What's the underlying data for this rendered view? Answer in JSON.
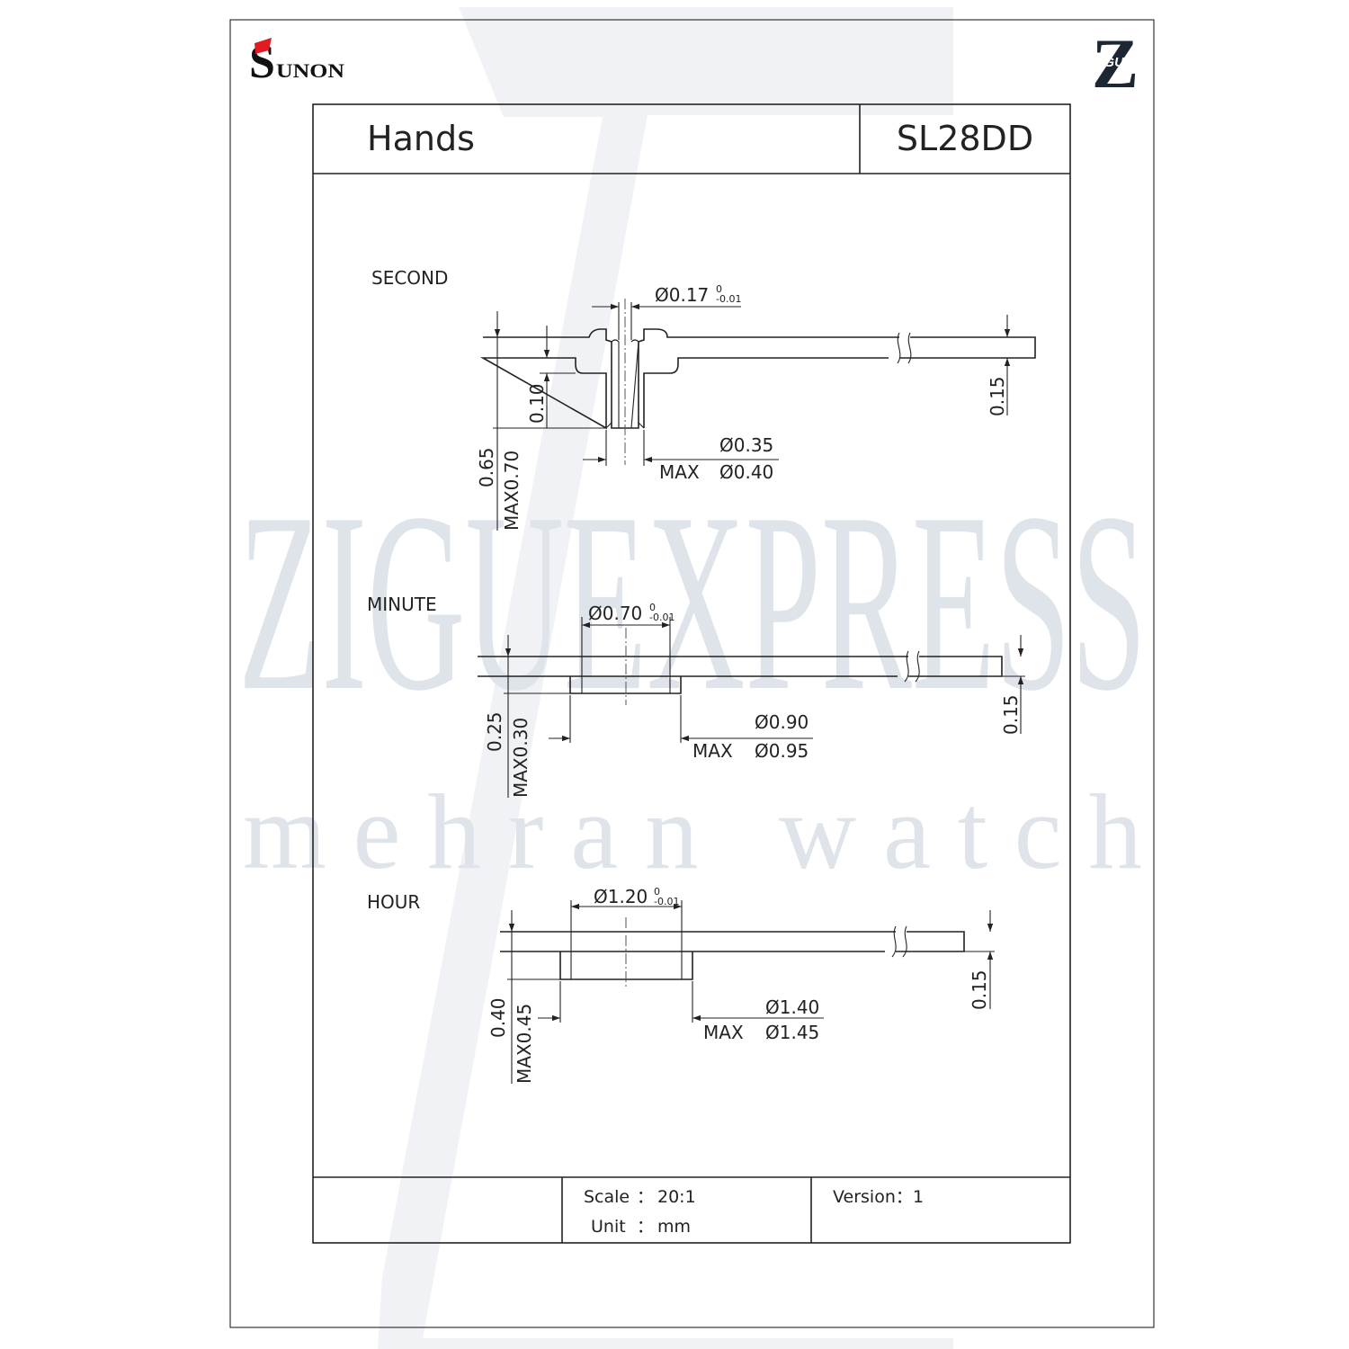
{
  "brand": {
    "left_logo_initial": "S",
    "left_logo_rest": "UNON",
    "right_logo_letter": "Z",
    "right_logo_text": "ZIGU",
    "accent_color": "#e11b22"
  },
  "watermark": {
    "main": "ZIGUEXPRESS",
    "sub": "m e h r a n   w a t c h",
    "color": "#dfe3ea"
  },
  "title_block": {
    "title": "Hands",
    "code": "SL28DD",
    "scale_label": "Scale",
    "scale_sep": "：",
    "scale_value": "20:1",
    "unit_label": "Unit",
    "unit_sep": "：",
    "unit_value": "mm",
    "version_label": "Version：",
    "version_value": "1"
  },
  "second": {
    "label": "SECOND",
    "hole_dia": "Ø0.17",
    "hole_tol_upper": "0",
    "hole_tol_lower": "-0.01",
    "tube_height": "0.10",
    "blade_thickness": "0.15",
    "total_height": "0.65",
    "total_height_max": "MAX0.70",
    "tube_dia": "Ø0.35",
    "tube_dia_max_label": "MAX",
    "tube_dia_max": "Ø0.40"
  },
  "minute": {
    "label": "MINUTE",
    "hole_dia": "Ø0.70",
    "hole_tol_upper": "0",
    "hole_tol_lower": "-0.01",
    "height": "0.25",
    "height_max": "MAX0.30",
    "blade_thickness": "0.15",
    "outer_dia": "Ø0.90",
    "outer_dia_max_label": "MAX",
    "outer_dia_max": "Ø0.95"
  },
  "hour": {
    "label": "HOUR",
    "hole_dia": "Ø1.20",
    "hole_tol_upper": "0",
    "hole_tol_lower": "-0.01",
    "height": "0.40",
    "height_max": "MAX0.45",
    "blade_thickness": "0.15",
    "outer_dia": "Ø1.40",
    "outer_dia_max_label": "MAX",
    "outer_dia_max": "Ø1.45"
  }
}
